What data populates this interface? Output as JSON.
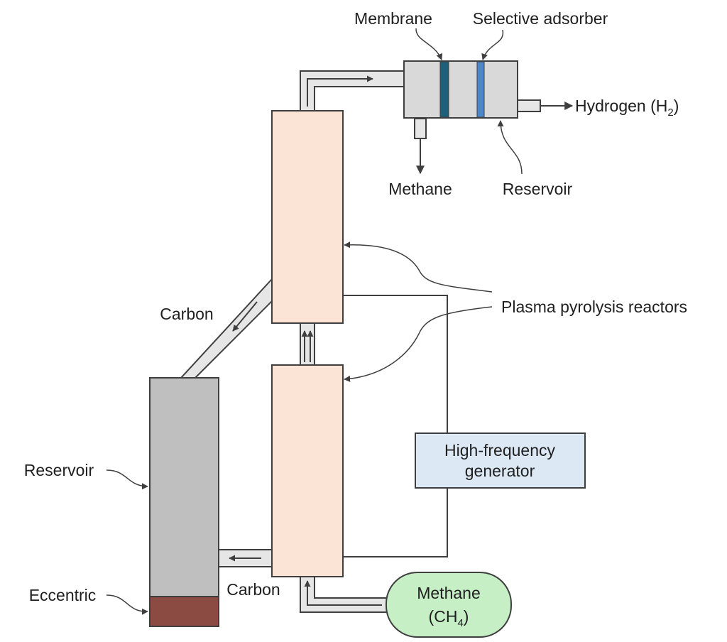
{
  "labels": {
    "membrane": "Membrane",
    "selective_adsorber": "Selective adsorber",
    "hydrogen": "Hydrogen (H",
    "hydrogen_sub": "2",
    "hydrogen_close": ")",
    "methane_out": "Methane",
    "reservoir_top": "Reservoir",
    "plasma_reactors": "Plasma pyrolysis reactors",
    "carbon_upper": "Carbon",
    "carbon_lower": "Carbon",
    "reservoir_left": "Reservoir",
    "eccentric": "Eccentric"
  },
  "generator": {
    "line1": "High-frequency",
    "line2": "generator"
  },
  "methane_tank": {
    "line1": "Methane",
    "line2_prefix": "(CH",
    "line2_sub": "4",
    "line2_suffix": ")"
  },
  "colors": {
    "reactor_fill": "#fbe4d5",
    "pipe_fill": "#e6e6e6",
    "separator_fill": "#d9d9d9",
    "membrane": "#1f5f7a",
    "adsorber": "#4f86c6",
    "reservoir_fill": "#bfbfbf",
    "eccentric_fill": "#8b4a42",
    "generator_fill": "#dce9f5",
    "methane_tank_fill": "#c6efc6",
    "stroke": "#3f3f3f"
  }
}
